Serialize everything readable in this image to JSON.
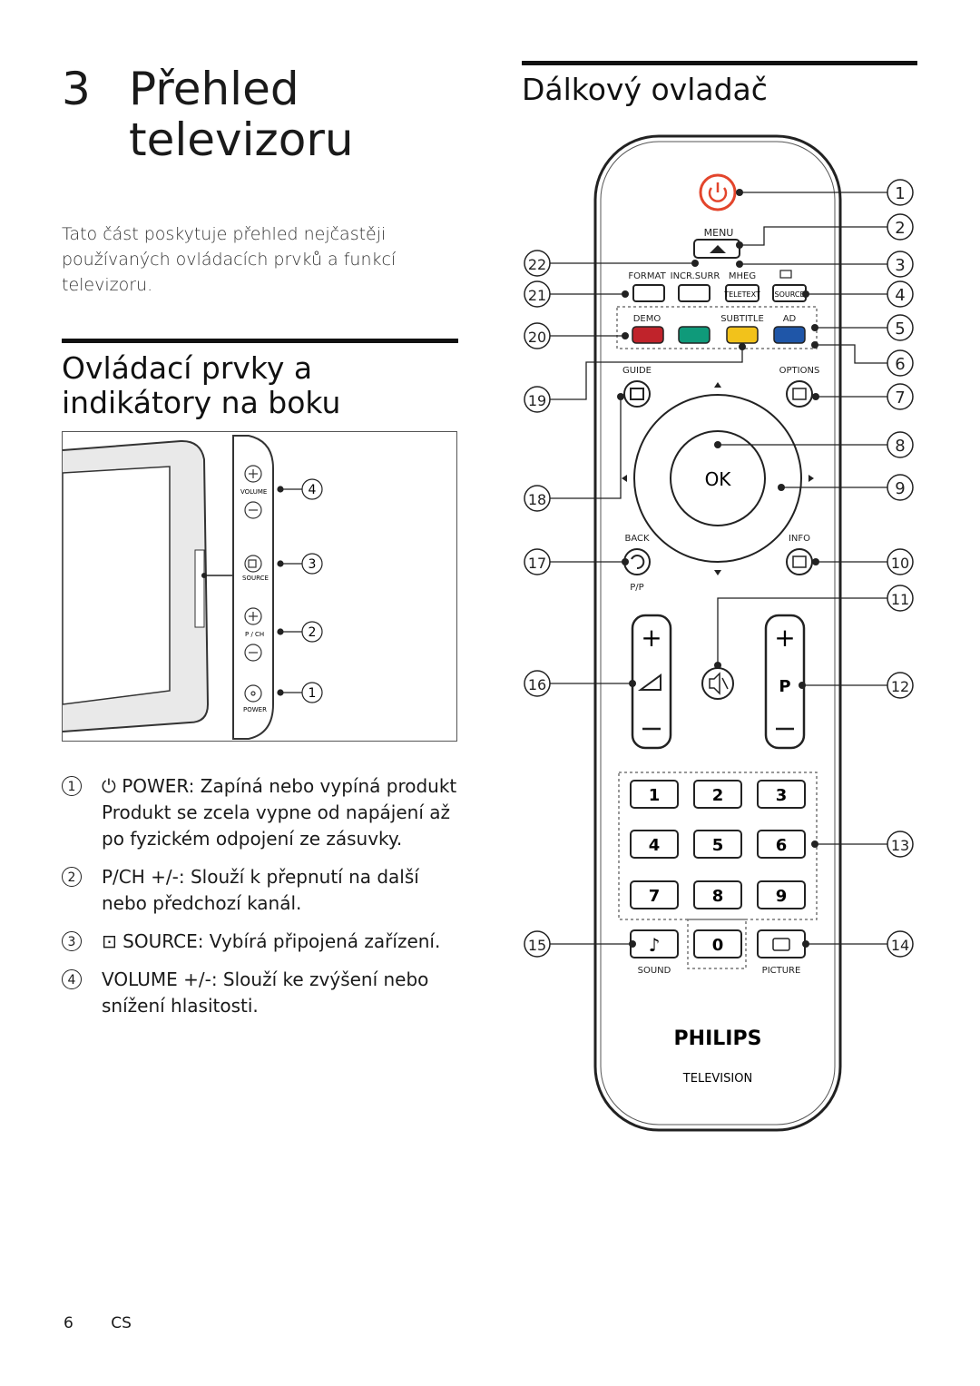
{
  "chapter": {
    "number": "3",
    "title": "Přehled televizoru"
  },
  "intro": "Tato část poskytuje přehled nejčastěji používaných ovládacích prvků a funkcí televizoru.",
  "side_controls": {
    "title": "Ovládací prvky a indikátory na boku",
    "panel_labels": {
      "volume": "VOLUME",
      "source": "SOURCE",
      "pch": "P / CH",
      "power": "POWER"
    },
    "callouts": [
      "4",
      "3",
      "2",
      "1"
    ],
    "items": [
      {
        "num": "1",
        "icon": "power-icon",
        "text": "POWER: Zapíná nebo vypíná produkt Produkt se zcela vypne od napájení až po fyzickém odpojení ze zásuvky."
      },
      {
        "num": "2",
        "text": "P/CH +/-: Slouží k přepnutí na další nebo předchozí kanál."
      },
      {
        "num": "3",
        "icon": "source-icon",
        "text": "SOURCE: Vybírá připojená zařízení."
      },
      {
        "num": "4",
        "text": "VOLUME +/-: Slouží ke zvýšení nebo snížení hlasitosti."
      }
    ]
  },
  "remote": {
    "title": "Dálkový ovladač",
    "labels": {
      "menu": "MENU",
      "format": "FORMAT",
      "incr_surr": "INCR.SURR",
      "mheg": "MHEG",
      "teletext": "TELETEXT",
      "source": "SOURCE",
      "demo": "DEMO",
      "subtitle": "SUBTITLE",
      "ad": "AD",
      "guide": "GUIDE",
      "options": "OPTIONS",
      "ok": "OK",
      "back": "BACK",
      "info": "INFO",
      "pp": "P/P",
      "p": "P",
      "sound": "SOUND",
      "picture": "PICTURE",
      "brand": "PHILIPS",
      "brand_sub": "TELEVISION"
    },
    "digits": [
      "1",
      "2",
      "3",
      "4",
      "5",
      "6",
      "7",
      "8",
      "9",
      "0"
    ],
    "colors": {
      "red": "#c0232b",
      "green": "#0f9a7a",
      "yellow": "#f2c21b",
      "blue": "#1f56a8",
      "power": "#e3452c"
    },
    "callouts_right": [
      "1",
      "2",
      "3",
      "4",
      "5",
      "6",
      "7",
      "8",
      "9",
      "10",
      "11",
      "12",
      "13",
      "14"
    ],
    "callouts_left": [
      "22",
      "21",
      "20",
      "19",
      "18",
      "17",
      "16",
      "15"
    ]
  },
  "footer": {
    "page": "6",
    "lang": "CS"
  }
}
